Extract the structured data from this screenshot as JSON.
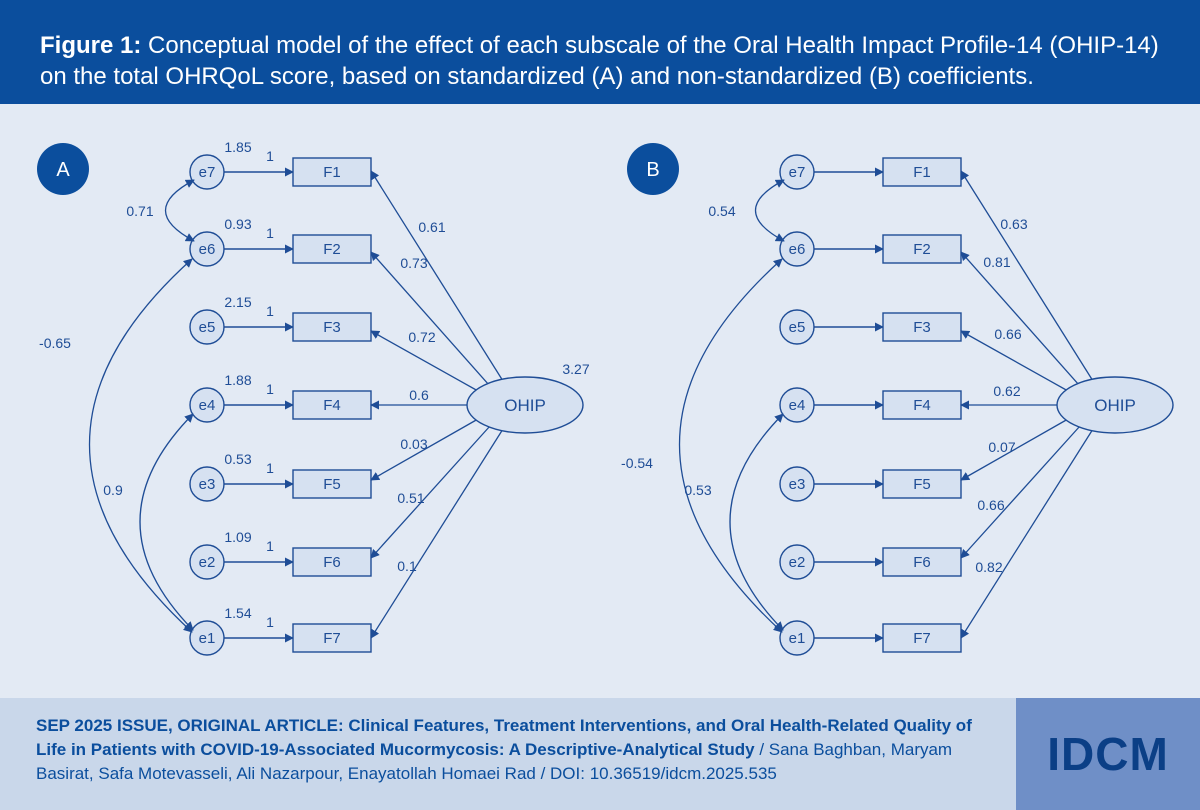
{
  "header": {
    "figure_label": "Figure 1:",
    "caption": " Conceptual model of the effect of each subscale of the Oral Health Impact Profile-14 (OHIP-14) on the total OHRQoL score, based on standardized (A) and non-standardized (B) coefficients."
  },
  "colors": {
    "brand_blue": "#0b4e9d",
    "node_fill": "#d6e1f1",
    "node_stroke": "#1f4d96",
    "background": "#e3eaf4",
    "footer_bg": "#c9d7ea",
    "logo_bg": "#6f8fc7"
  },
  "diagram": {
    "latent": "OHIP",
    "factors": [
      "F1",
      "F2",
      "F3",
      "F4",
      "F5",
      "F6",
      "F7"
    ],
    "errors": [
      "e7",
      "e6",
      "e5",
      "e4",
      "e3",
      "e2",
      "e1"
    ],
    "panels": [
      {
        "label": "A",
        "latent_variance": "3.27",
        "error_variances": [
          "1.85",
          "0.93",
          "2.15",
          "1.88",
          "0.53",
          "1.09",
          "1.54"
        ],
        "error_paths": [
          "1",
          "1",
          "1",
          "1",
          "1",
          "1",
          "1"
        ],
        "loadings": [
          "0.61",
          "0.73",
          "0.72",
          "0.6",
          "0.03",
          "0.51",
          "0.1"
        ],
        "covariances": [
          {
            "from": "e7",
            "to": "e6",
            "value": "0.71"
          },
          {
            "from": "e6",
            "to": "e1",
            "value": "-0.65"
          },
          {
            "from": "e4",
            "to": "e1",
            "value": "0.9"
          }
        ]
      },
      {
        "label": "B",
        "latent_variance": "",
        "error_variances": [
          "",
          "",
          "",
          "",
          "",
          "",
          ""
        ],
        "error_paths": [
          "",
          "",
          "",
          "",
          "",
          "",
          ""
        ],
        "loadings": [
          "0.63",
          "0.81",
          "0.66",
          "0.62",
          "0.07",
          "0.66",
          "0.82"
        ],
        "covariances": [
          {
            "from": "e7",
            "to": "e6",
            "value": "0.54"
          },
          {
            "from": "e6",
            "to": "e1",
            "value": "-0.54"
          },
          {
            "from": "e4",
            "to": "e1",
            "value": "0.53"
          }
        ]
      }
    ]
  },
  "footer": {
    "citation_bold": "SEP 2025 ISSUE, ORIGINAL ARTICLE: Clinical Features, Treatment Interventions, and Oral Health-Related Quality of Life in Patients with COVID-19-Associated Mucormycosis: A Descriptive-Analytical Study",
    "citation_rest": " / Sana Baghban, Maryam Basirat, Safa Motevasseli, Ali Nazarpour, Enayatollah Homaei Rad / DOI: 10.36519/idcm.2025.535",
    "logo": "IDCM"
  }
}
